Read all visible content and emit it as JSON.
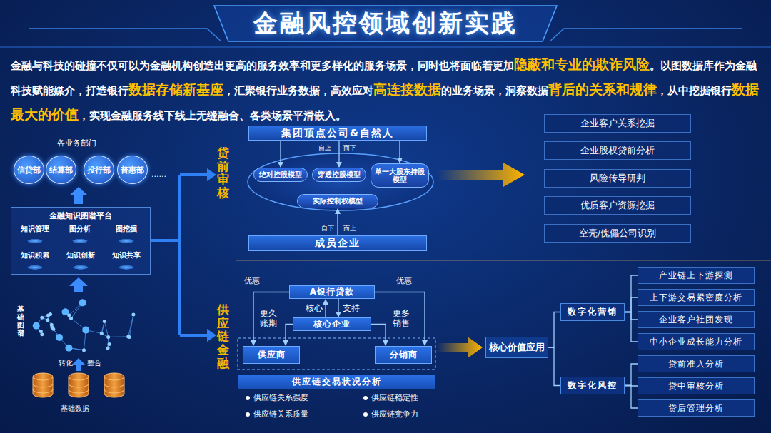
{
  "diagram": {
    "title": "金融风控领域创新实践",
    "nodes": [
      {
        "text": [
          "信贷部"
        ]
      },
      {
        "text": [
          "结算部"
        ]
      },
      {
        "text": [
          "投行部"
        ]
      },
      {
        "text": [
          "普惠部"
        ]
      },
      {
        "text": [
          "金融知识图谱平台"
        ]
      },
      {
        "text": [
          "知识管理"
        ],
        "in": 4
      },
      {
        "text": [
          "图分析"
        ],
        "in": 4
      },
      {
        "text": [
          "图挖掘"
        ],
        "in": 4
      },
      {
        "text": [
          "知识积累"
        ],
        "in": 4
      },
      {
        "text": [
          "知识创新"
        ],
        "in": 4
      },
      {
        "text": [
          "知识共享"
        ],
        "in": 4
      },
      {
        "text": [
          "集团顶点公司&自然人"
        ]
      },
      {
        "text": [
          "绝对控股模型"
        ]
      },
      {
        "text": [
          "穿透控股模型"
        ]
      },
      {
        "text": [
          "单一大股东持股模型"
        ]
      },
      {
        "text": [
          "实际控制权模型"
        ]
      },
      {
        "text": [
          "成员企业"
        ]
      },
      {
        "text": [
          "企业客户关系挖掘"
        ]
      },
      {
        "text": [
          "企业股权贷前分析"
        ]
      },
      {
        "text": [
          "风险传导研判"
        ]
      },
      {
        "text": [
          "优质客户资源挖掘"
        ]
      },
      {
        "text": [
          "空壳/傀儡公司识别"
        ]
      },
      {
        "text": [
          "A银行贷款"
        ]
      },
      {
        "text": [
          "核心企业"
        ]
      },
      {
        "text": [
          "供应商"
        ]
      },
      {
        "text": [
          "分销商"
        ]
      },
      {
        "text": [
          "供应链交易状况分析"
        ]
      },
      {
        "text": [
          "核心价值应用"
        ]
      },
      {
        "text": [
          "数字化营销"
        ]
      },
      {
        "text": [
          "数字化风控"
        ]
      },
      {
        "text": [
          "产业链上下游探测"
        ]
      },
      {
        "text": [
          "上下游交易紧密度分析"
        ]
      },
      {
        "text": [
          "企业客户社团发现"
        ]
      },
      {
        "text": [
          "中小企业成长能力分析"
        ]
      },
      {
        "text": [
          "贷前准入分析"
        ]
      },
      {
        "text": [
          "贷中审核分析"
        ]
      },
      {
        "text": [
          "贷后管理分析"
        ]
      }
    ],
    "edges": [
      {
        "from": 11,
        "to": 12,
        "arrow": "to"
      },
      {
        "from": 11,
        "to": 13,
        "arrow": "to"
      },
      {
        "from": 11,
        "to": 14,
        "arrow": "to"
      },
      {
        "from": 16,
        "to": 15,
        "arrow": "to"
      },
      {
        "from": 22,
        "to": 24,
        "arrow": "to"
      },
      {
        "from": 22,
        "to": 25,
        "arrow": "to"
      },
      {
        "from": 23,
        "to": 22,
        "arrow": "to"
      },
      {
        "from": 22,
        "to": 23,
        "arrow": "to"
      },
      {
        "from": 23,
        "to": 24,
        "arrow": "to"
      },
      {
        "from": 23,
        "to": 25,
        "arrow": "to"
      },
      {
        "from": 27,
        "to": 28,
        "arrow": "none"
      },
      {
        "from": 27,
        "to": 29,
        "arrow": "none"
      },
      {
        "from": 28,
        "to": 30,
        "arrow": "none"
      },
      {
        "from": 28,
        "to": 31,
        "arrow": "none"
      },
      {
        "from": 28,
        "to": 32,
        "arrow": "none"
      },
      {
        "from": 28,
        "to": 33,
        "arrow": "none"
      },
      {
        "from": 29,
        "to": 34,
        "arrow": "none"
      },
      {
        "from": 29,
        "to": 35,
        "arrow": "none"
      },
      {
        "from": 29,
        "to": 36,
        "arrow": "none"
      }
    ],
    "labels": [
      "金融与科技的碰撞不仅可以为金融机构创造出更高的服务效率和更多样化的服务场景，同时也将面临着更加",
      "隐蔽和专业的欺诈风险",
      "。以图数据库作为金融科技赋能媒介，打造银行",
      "数据存储新基座",
      "，汇聚银行业务数据，高效应对",
      "高连接数据",
      "的业务场景，洞察数据",
      "背后的关系和规律",
      "，从中挖掘银行",
      "数据最大的价值",
      "，实现金融服务线下线上无缝融合、各类场景平滑嵌入。",
      "各业务部门",
      "......",
      "基础图谱",
      "转化",
      "整合",
      "基础数据",
      "贷前审核",
      "自上",
      "而下",
      "自下",
      "而上",
      "供应链金融",
      "优惠",
      "优惠",
      "更久账期",
      "核心",
      "支持",
      "更多销售",
      "供应链关系强度",
      "供应链稳定性",
      "供应链关系质量",
      "供应链竞争力"
    ]
  }
}
